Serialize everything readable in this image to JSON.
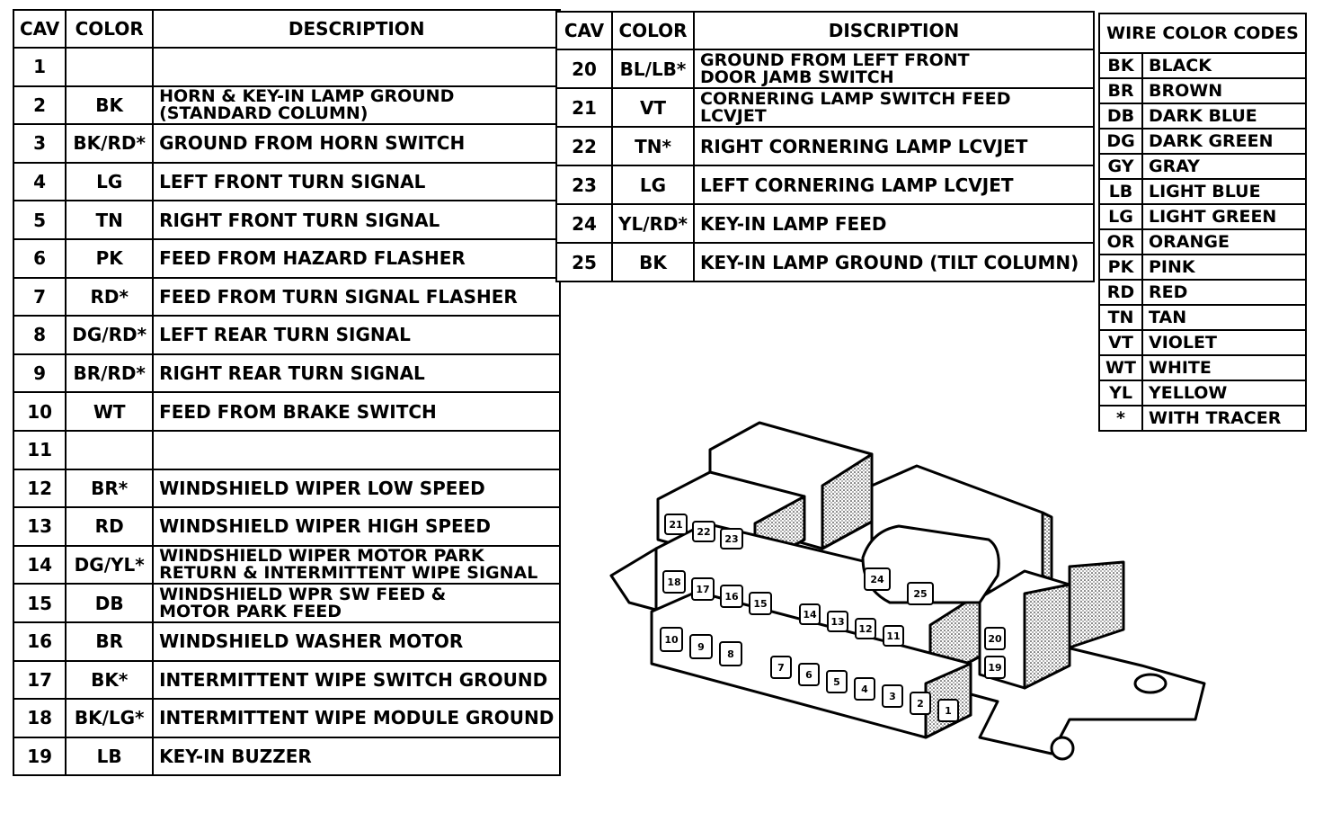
{
  "left_table": {
    "headers": [
      "CAV",
      "COLOR",
      "DESCRIPTION"
    ],
    "rows": [
      {
        "cav": "1",
        "color": "",
        "desc": ""
      },
      {
        "cav": "2",
        "color": "BK",
        "desc": "HORN & KEY-IN LAMP GROUND\n(STANDARD COLUMN)"
      },
      {
        "cav": "3",
        "color": "BK/RD*",
        "desc": "GROUND FROM HORN SWITCH"
      },
      {
        "cav": "4",
        "color": "LG",
        "desc": "LEFT FRONT TURN SIGNAL"
      },
      {
        "cav": "5",
        "color": "TN",
        "desc": "RIGHT FRONT TURN SIGNAL"
      },
      {
        "cav": "6",
        "color": "PK",
        "desc": "FEED FROM HAZARD FLASHER"
      },
      {
        "cav": "7",
        "color": "RD*",
        "desc": "FEED FROM TURN SIGNAL FLASHER"
      },
      {
        "cav": "8",
        "color": "DG/RD*",
        "desc": "LEFT REAR TURN SIGNAL"
      },
      {
        "cav": "9",
        "color": "BR/RD*",
        "desc": "RIGHT REAR TURN SIGNAL"
      },
      {
        "cav": "10",
        "color": "WT",
        "desc": "FEED FROM BRAKE SWITCH"
      },
      {
        "cav": "11",
        "color": "",
        "desc": ""
      },
      {
        "cav": "12",
        "color": "BR*",
        "desc": "WINDSHIELD WIPER LOW SPEED"
      },
      {
        "cav": "13",
        "color": "RD",
        "desc": "WINDSHIELD WIPER HIGH SPEED"
      },
      {
        "cav": "14",
        "color": "DG/YL*",
        "desc": "WINDSHIELD WIPER MOTOR PARK\nRETURN & INTERMITTENT WIPE SIGNAL"
      },
      {
        "cav": "15",
        "color": "DB",
        "desc": "WINDSHIELD WPR SW FEED &\nMOTOR PARK FEED"
      },
      {
        "cav": "16",
        "color": "BR",
        "desc": "WINDSHIELD WASHER MOTOR"
      },
      {
        "cav": "17",
        "color": "BK*",
        "desc": "INTERMITTENT WIPE SWITCH GROUND"
      },
      {
        "cav": "18",
        "color": "BK/LG*",
        "desc": "INTERMITTENT WIPE MODULE GROUND"
      },
      {
        "cav": "19",
        "color": "LB",
        "desc": "KEY-IN BUZZER"
      }
    ]
  },
  "mid_table": {
    "headers": [
      "CAV",
      "COLOR",
      "DISCRIPTION"
    ],
    "rows": [
      {
        "cav": "20",
        "color": "BL/LB*",
        "desc": "GROUND FROM LEFT FRONT\nDOOR JAMB SWITCH"
      },
      {
        "cav": "21",
        "color": "VT",
        "desc": "CORNERING LAMP SWITCH FEED\nLCVJET"
      },
      {
        "cav": "22",
        "color": "TN*",
        "desc": "RIGHT CORNERING LAMP LCVJET"
      },
      {
        "cav": "23",
        "color": "LG",
        "desc": "LEFT CORNERING LAMP LCVJET"
      },
      {
        "cav": "24",
        "color": "YL/RD*",
        "desc": "KEY-IN LAMP FEED"
      },
      {
        "cav": "25",
        "color": "BK",
        "desc": "KEY-IN LAMP GROUND (TILT COLUMN)"
      }
    ]
  },
  "color_codes": {
    "title": "WIRE COLOR CODES",
    "rows": [
      {
        "code": "BK",
        "name": "BLACK"
      },
      {
        "code": "BR",
        "name": "BROWN"
      },
      {
        "code": "DB",
        "name": "DARK BLUE"
      },
      {
        "code": "DG",
        "name": "DARK GREEN"
      },
      {
        "code": "GY",
        "name": "GRAY"
      },
      {
        "code": "LB",
        "name": "LIGHT BLUE"
      },
      {
        "code": "LG",
        "name": "LIGHT GREEN"
      },
      {
        "code": "OR",
        "name": "ORANGE"
      },
      {
        "code": "PK",
        "name": "PINK"
      },
      {
        "code": "RD",
        "name": "RED"
      },
      {
        "code": "TN",
        "name": "TAN"
      },
      {
        "code": "VT",
        "name": "VIOLET"
      },
      {
        "code": "WT",
        "name": "WHITE"
      },
      {
        "code": "YL",
        "name": "YELLOW"
      },
      {
        "code": "*",
        "name": "WITH TRACER"
      }
    ]
  },
  "connector": {
    "upper_left": [
      "21",
      "22",
      "23"
    ],
    "middle_row_left": [
      "18",
      "17",
      "16",
      "15"
    ],
    "middle_row_right": [
      "14",
      "13",
      "12",
      "11"
    ],
    "plug": [
      "24",
      "25"
    ],
    "side": [
      "20",
      "19"
    ],
    "bottom_row_left": [
      "10",
      "9",
      "8"
    ],
    "bottom_row_right": [
      "7",
      "6",
      "5",
      "4",
      "3",
      "2",
      "1"
    ]
  }
}
